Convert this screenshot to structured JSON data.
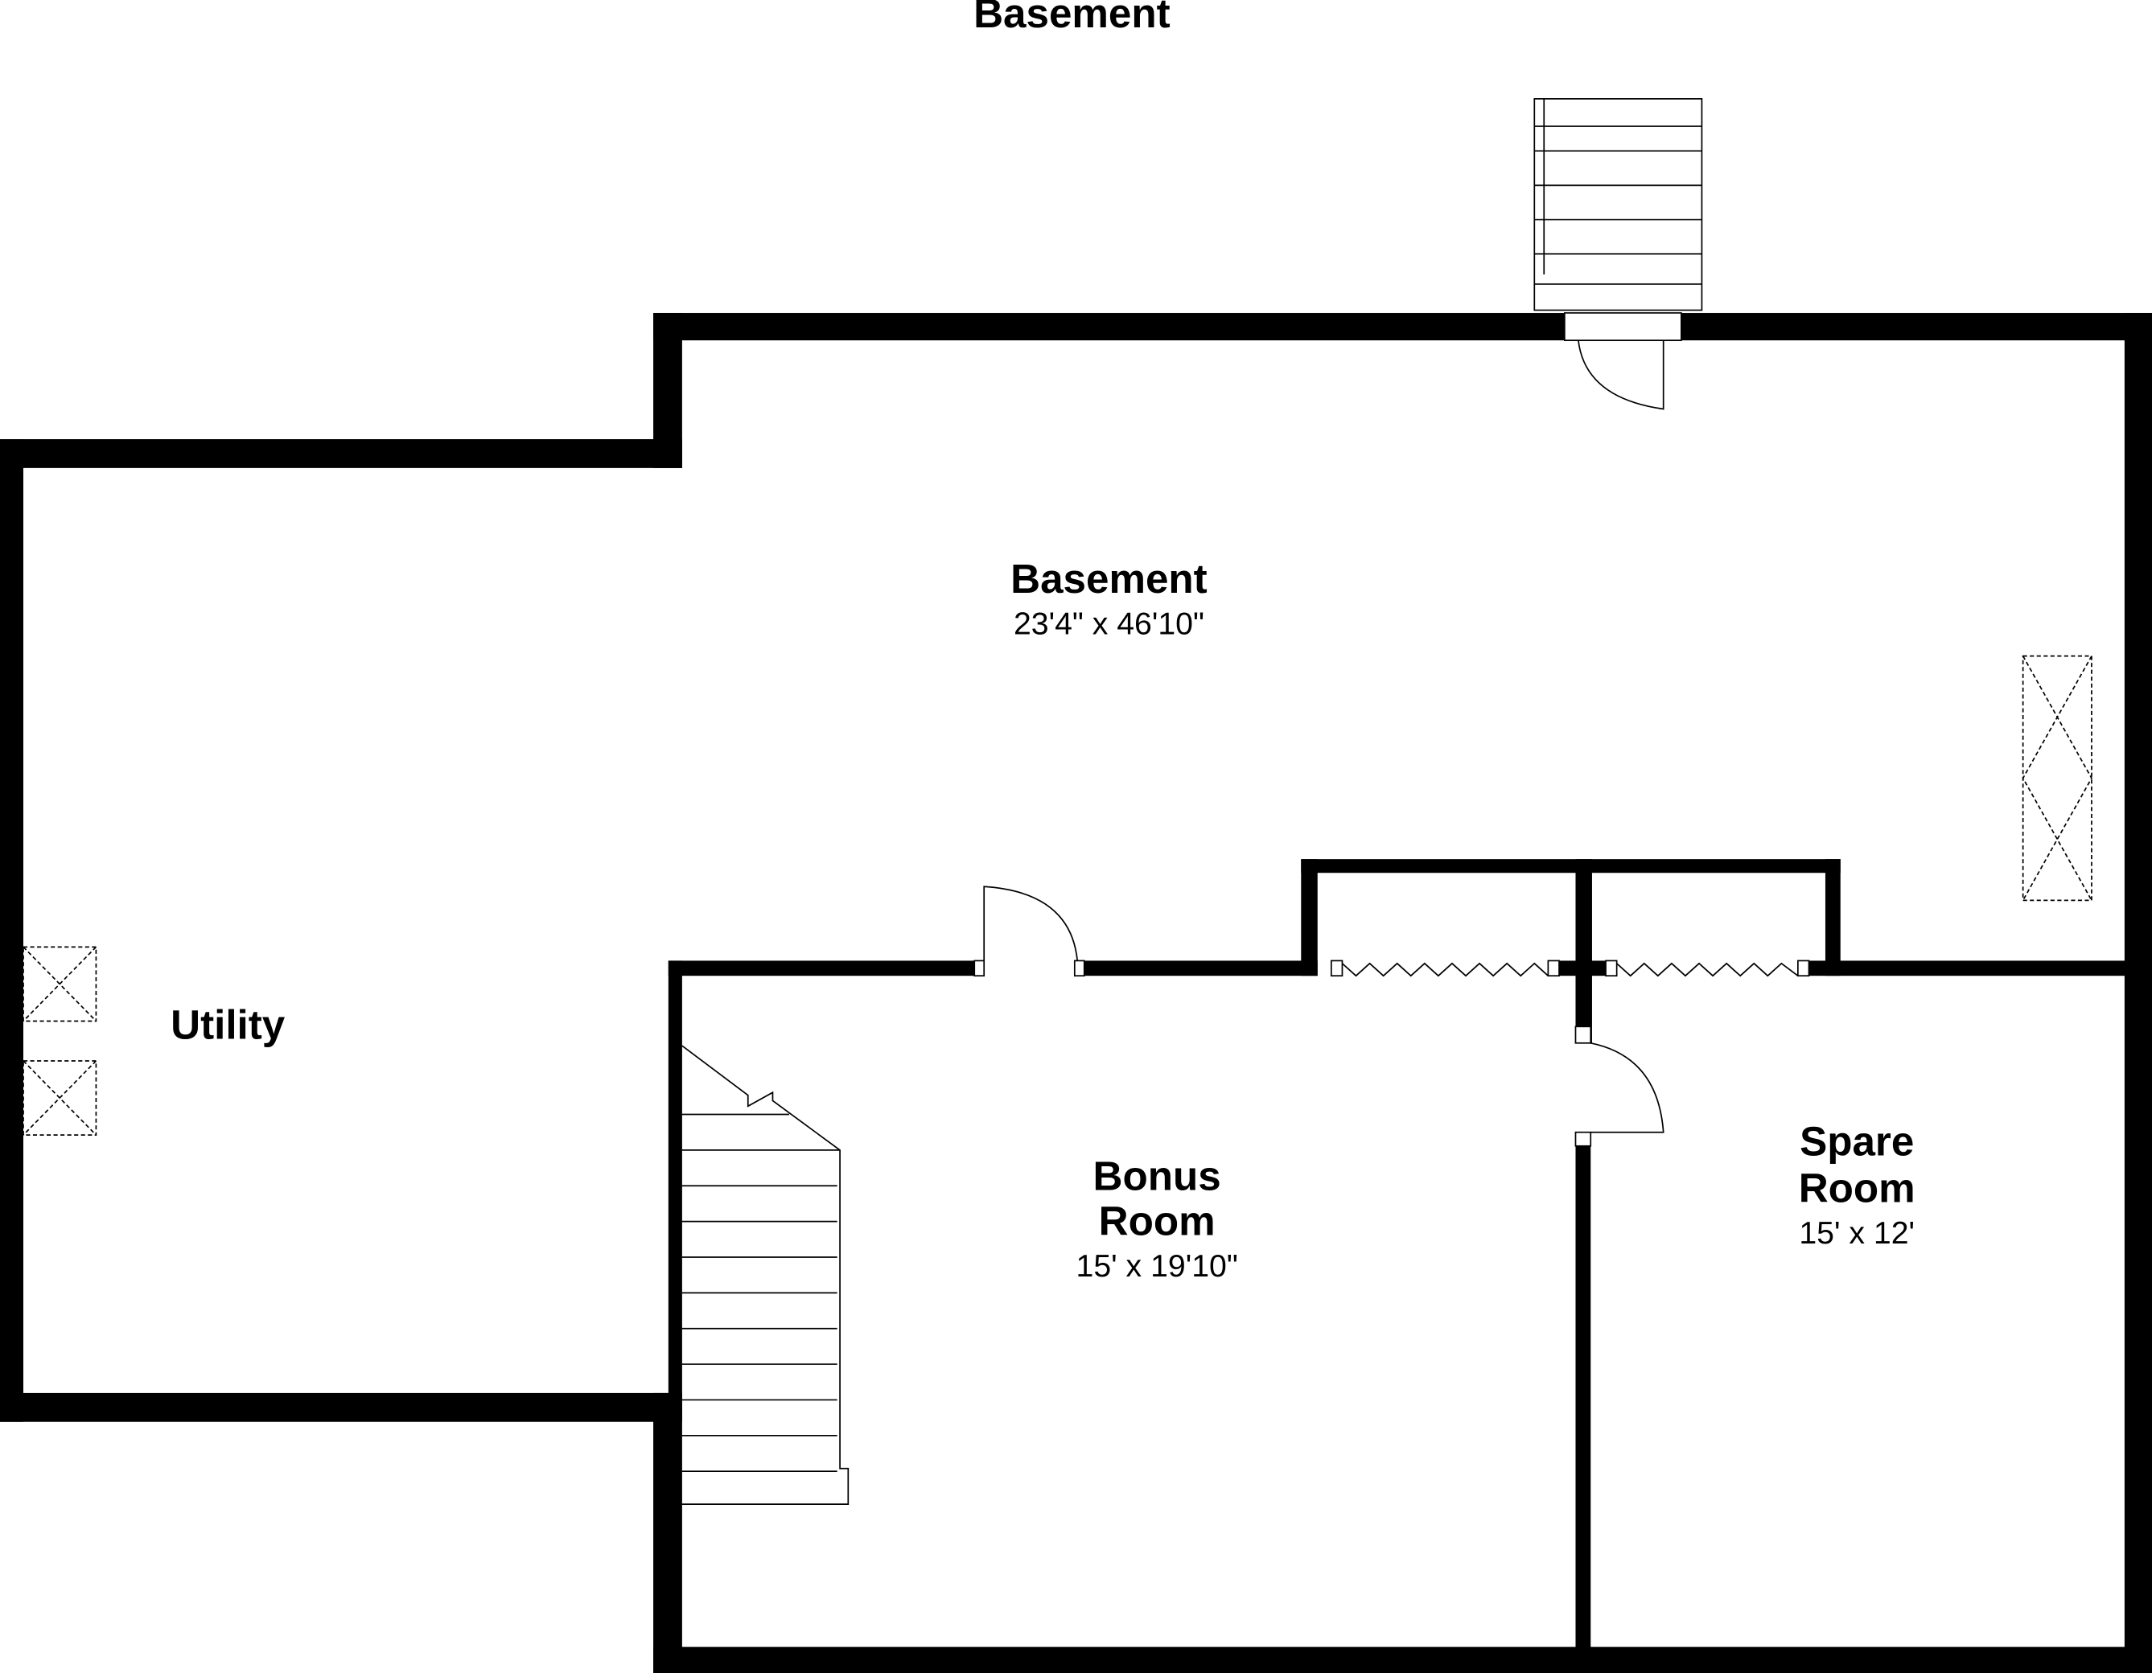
{
  "title": "Basement",
  "rooms": [
    {
      "name_lines": [
        "Basement"
      ],
      "dimensions": "23'4\" x 46'10\""
    },
    {
      "name_lines": [
        "Utility"
      ],
      "dimensions": ""
    },
    {
      "name_lines": [
        "Bonus",
        "Room"
      ],
      "dimensions": "15' x 19'10\""
    },
    {
      "name_lines": [
        "Spare",
        "Room"
      ],
      "dimensions": "15' x 12'"
    }
  ]
}
